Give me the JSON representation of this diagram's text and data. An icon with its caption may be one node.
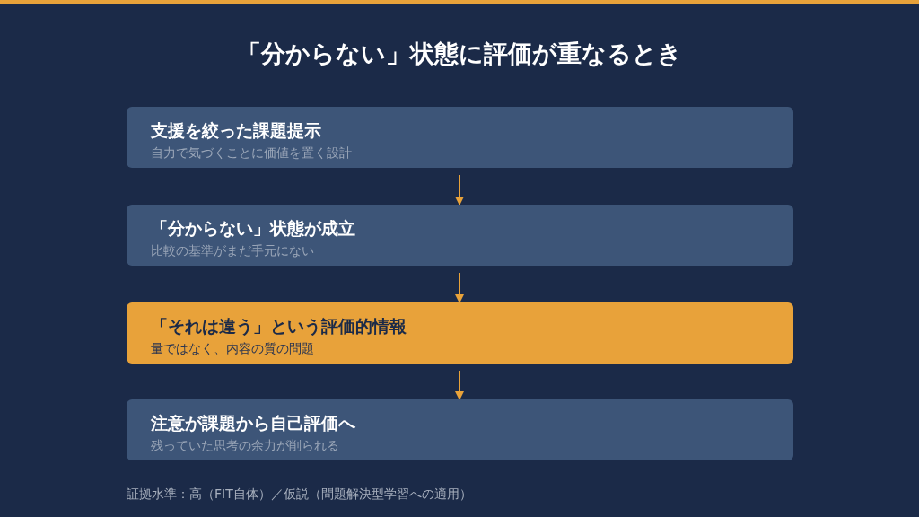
{
  "diagram": {
    "title": "「分からない」状態に評価が重なるとき",
    "nodes": [
      {
        "text": [
          "支援を絞った課題提示",
          "自力で気づくことに価値を置く設計"
        ]
      },
      {
        "text": [
          "「分からない」状態が成立",
          "比較の基準がまだ手元にない"
        ]
      },
      {
        "text": [
          "「それは違う」という評価的情報",
          "量ではなく、内容の質の問題"
        ]
      },
      {
        "text": [
          "注意が課題から自己評価へ",
          "残っていた思考の余力が削られる"
        ]
      }
    ],
    "edges": [
      {
        "from": 0,
        "to": 1,
        "arrow": "to"
      },
      {
        "from": 1,
        "to": 2,
        "arrow": "to"
      },
      {
        "from": 2,
        "to": 3,
        "arrow": "to"
      }
    ],
    "labels": [
      "証拠水準：高（FIT自体）／仮説（問題解決型学習への適用）"
    ]
  }
}
